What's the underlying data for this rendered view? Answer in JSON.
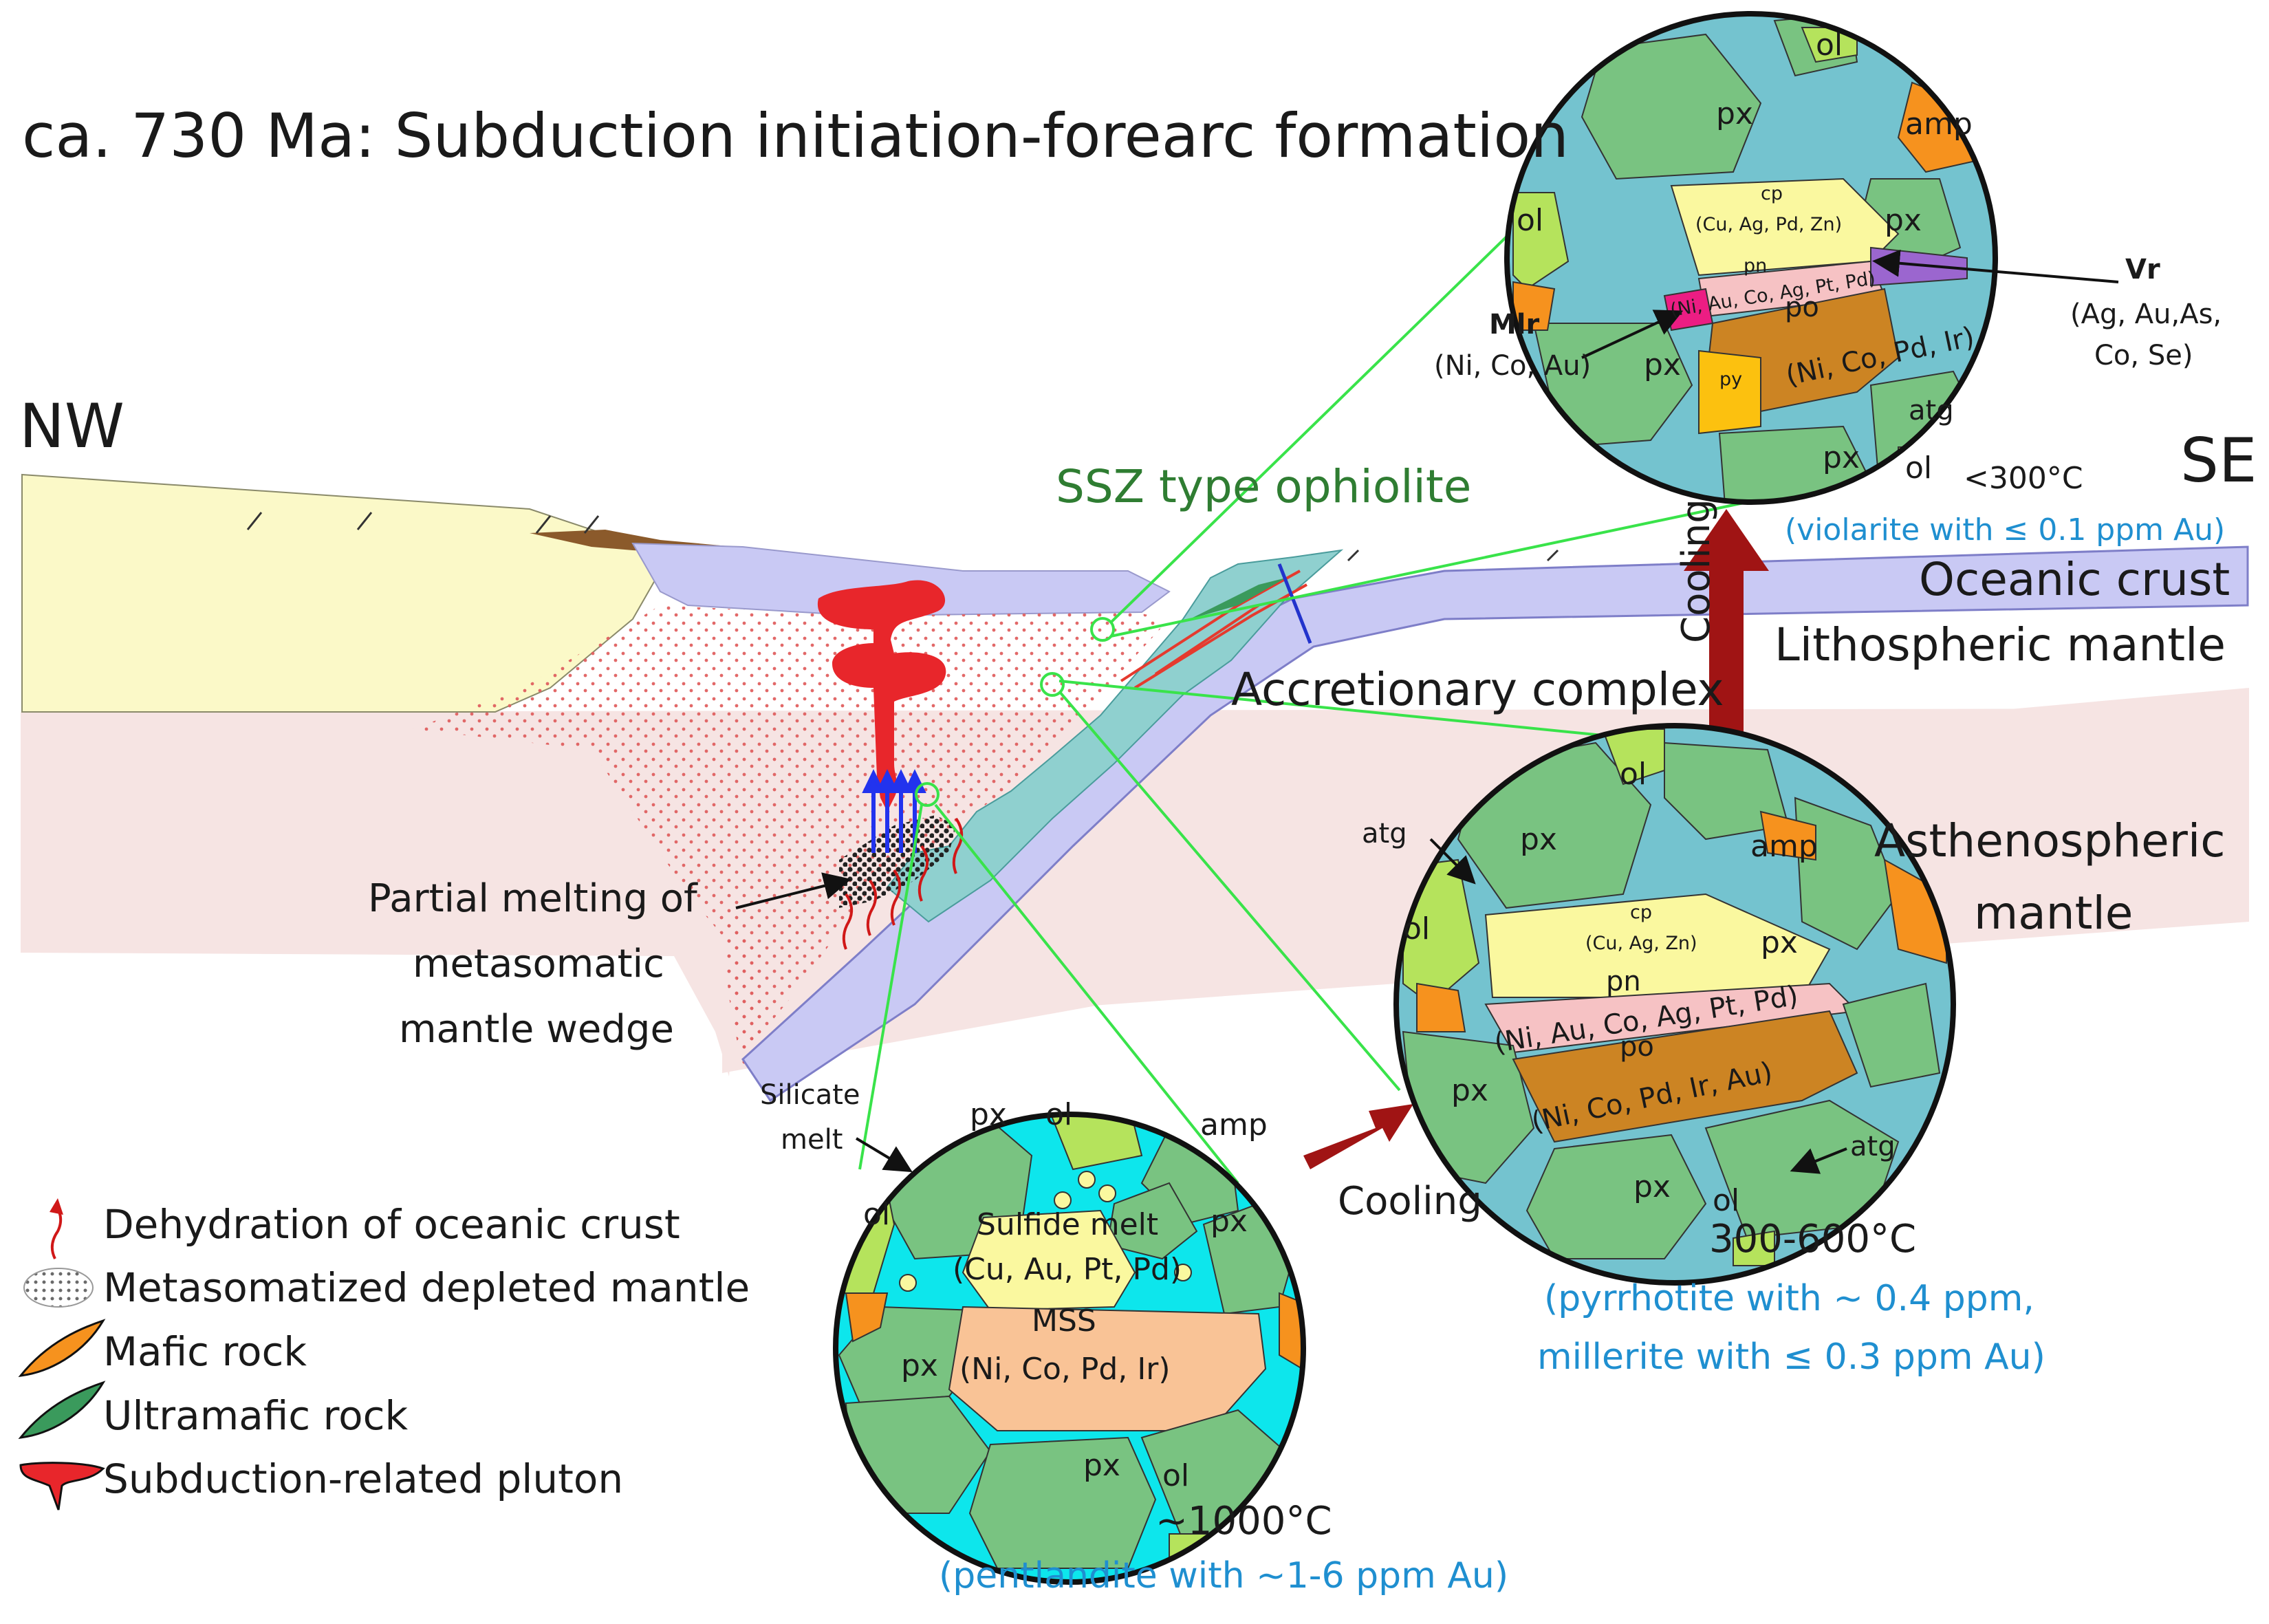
{
  "title": "ca. 730 Ma: Subduction initiation-forearc formation",
  "orientation": {
    "nw": "NW",
    "se": "SE"
  },
  "labels": {
    "ssz": "SSZ type ophiolite",
    "oceanic_crust": "Oceanic crust",
    "lithospheric_mantle": "Lithospheric mantle",
    "accretionary_complex": "Accretionary complex",
    "asthenospheric_1": "Asthenospheric",
    "asthenospheric_2": "mantle",
    "partial_1": "Partial melting of",
    "partial_2": "metasomatic",
    "partial_3": "mantle wedge",
    "silicate_1": "Silicate",
    "silicate_2": "melt",
    "cooling_1": "Cooling",
    "cooling_2": "Cooling"
  },
  "legend": [
    {
      "label": "Dehydration of oceanic crust",
      "icon": "red-wavy-arrow"
    },
    {
      "label": "Metasomatized depleted mantle",
      "icon": "dotted-gray-patch"
    },
    {
      "label": "Mafic rock",
      "icon": "orange-lens"
    },
    {
      "label": "Ultramafic rock",
      "icon": "green-lens"
    },
    {
      "label": "Subduction-related pluton",
      "icon": "red-pluton"
    }
  ],
  "circle_high": {
    "temp": "~1000°C",
    "note": "(pentlandite with ~1-6 ppm Au)",
    "minerals": {
      "ol": "ol",
      "px": "px",
      "amp": "amp",
      "sulfide": "Sulfide melt",
      "sulfide_el": "(Cu, Au, Pt, Pd)",
      "mss": "MSS",
      "mss_el": "(Ni, Co, Pd, Ir)"
    }
  },
  "circle_mid": {
    "temp": "300-600°C",
    "note_1": "(pyrrhotite with ~ 0.4 ppm,",
    "note_2": "millerite with ≤ 0.3 ppm Au)",
    "minerals": {
      "ol": "ol",
      "px": "px",
      "amp": "amp",
      "atg": "atg",
      "cp": "cp",
      "cp_el": "(Cu, Ag, Zn)",
      "pn": "pn",
      "pn_el": "(Ni, Au, Co, Ag, Pt, Pd)",
      "po": "po",
      "po_el": "(Ni, Co, Pd, Ir, Au)"
    }
  },
  "circle_low": {
    "temp": "<300°C",
    "note": "(violarite with ≤ 0.1 ppm Au)",
    "minerals": {
      "ol": "ol",
      "px": "px",
      "amp": "amp",
      "atg": "atg",
      "py": "py",
      "cp": "cp",
      "cp_el": "(Cu, Ag, Pd, Zn)",
      "pn": "pn",
      "pn_el": "(Ni, Au, Co, Ag, Pt, Pd)",
      "po": "po",
      "po_el": "(Ni, Co, Pd, Ir)",
      "mlr": "Mlr",
      "mlr_el": "(Ni, Co, Au)",
      "vr": "Vr",
      "vr_el_1": "(Ag, Au,As,",
      "vr_el_2": "Co, Se)"
    }
  },
  "colors": {
    "continent": "#fbf9c8",
    "mantle": "#f6e4e3",
    "crust": "#c9c9f4",
    "pluton": "#e8262b",
    "px": "#79c381",
    "matrix": "#74c3cf",
    "cyan_melt": "#0de6ec",
    "ol": "#b5e35c",
    "amp": "#f6921e",
    "cp": "#faf89f",
    "pn": "#f6c2c4",
    "po": "#cc8423",
    "py": "#fcc10f",
    "mlr": "#ec1d83",
    "vr": "#9b66cf",
    "arrow": "#a01414",
    "link": "#39e34a",
    "text_blue": "#1f8fd0",
    "text_green": "#2f7d32"
  }
}
